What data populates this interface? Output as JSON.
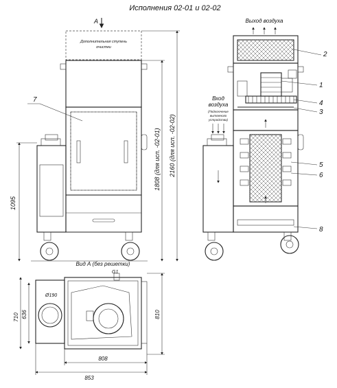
{
  "title": "Исполнения 02-01 и 02-02",
  "view_letter": "A",
  "extra_stage_label": [
    "Дополнительная ступень",
    "очистки"
  ],
  "air_out_label": "Выход воздуха",
  "air_in_label": [
    "Вход",
    "воздуха"
  ],
  "air_in_note": [
    "(Подключение",
    "вытяжного",
    "устройства)"
  ],
  "view_a_label": "Вид А (без решетки)",
  "callouts": [
    "1",
    "2",
    "3",
    "4",
    "5",
    "6",
    "7",
    "8"
  ],
  "dimensions": {
    "h_1095": "1095",
    "h_1808": "1808 (для исп. -02-01)",
    "h_2160": "2160 (для исп. -02-02)",
    "d_190": "Ø190",
    "g1": "G1",
    "d_710": "710",
    "d_636": "636",
    "d_810": "810",
    "d_808": "808",
    "d_853": "853"
  }
}
